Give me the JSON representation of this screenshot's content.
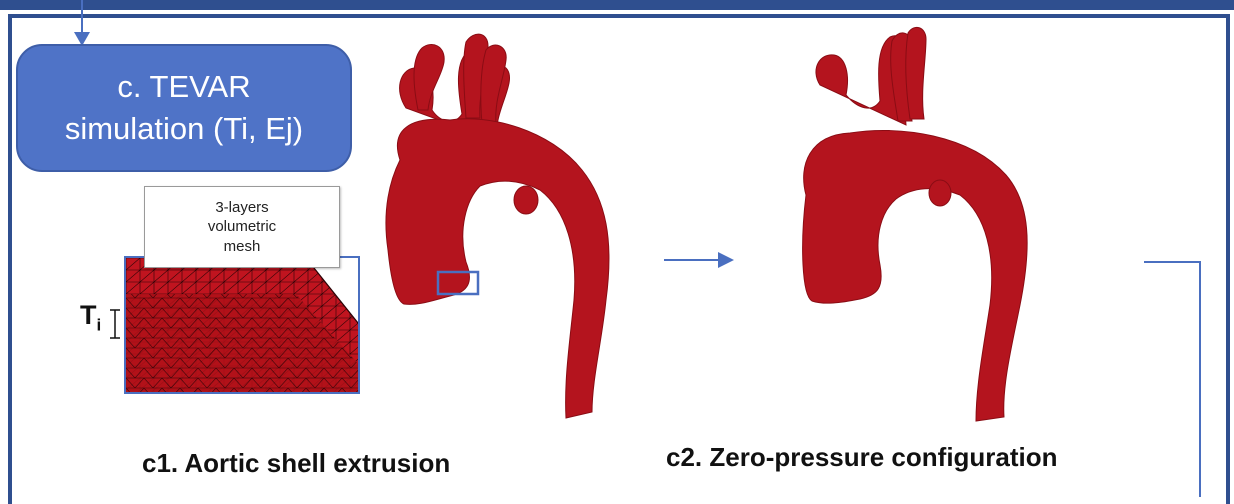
{
  "colors": {
    "frame": "#2f4f8f",
    "step_box_fill": "#4f73c7",
    "arrow": "#4a6fc0",
    "aorta": "#b4141e",
    "highlight_box": "#4a6fc0"
  },
  "step": {
    "line1": "c. TEVAR",
    "line2": "simulation (Ti, Ej)"
  },
  "callout": {
    "line1": "3-layers",
    "line2": "volumetric",
    "line3": "mesh"
  },
  "thickness_label": {
    "main": "T",
    "sub": "i"
  },
  "captions": {
    "c1": "c1. Aortic shell extrusion",
    "c2": "c2. Zero-pressure configuration"
  },
  "icons": {
    "incoming_arrow": "arrow-down-icon",
    "transition_arrow": "arrow-right-icon",
    "thickness_marker": "i-beam-icon"
  }
}
